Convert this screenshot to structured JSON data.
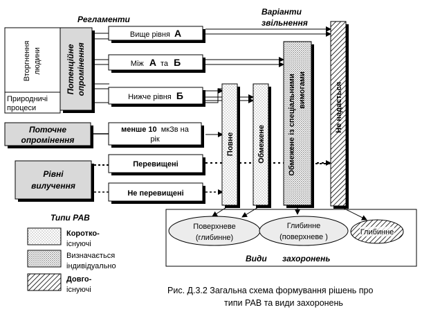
{
  "header": {
    "regulations": "Регламенти",
    "release_options": [
      "Варіанти",
      "звільнення"
    ]
  },
  "sources": {
    "human_intrusion": [
      "Вторгнення",
      "людини"
    ],
    "potential_exposure": [
      "Потенційне",
      "опромінення"
    ],
    "natural_processes": [
      "Природничі",
      "процеси"
    ],
    "current_exposure": [
      "Поточне",
      "опромінення"
    ],
    "release_levels": [
      "Рівні",
      "вилучення"
    ]
  },
  "criteria": {
    "above_a_text": "Вище рівня",
    "above_a_level": "А",
    "between_text_1": "Між",
    "between_level_a": "А",
    "between_text_2": "та",
    "between_level_b": "Б",
    "below_b_text": "Нижче рівня",
    "below_b_level": "Б",
    "less_than_prefix": "менше 10",
    "less_than_unit": "мкЗв на",
    "less_than_suffix": "рік",
    "exceeded": "Перевищені",
    "not_exceeded": "Не перевищені"
  },
  "release_columns": {
    "full": "Повне",
    "limited": "Обмежене",
    "special": "Обмежене із спеціальними",
    "special_2": "вимогами",
    "not_granted": "Не надається"
  },
  "disposal": {
    "title_1": "Види",
    "title_2": "захоронень",
    "surface": "Поверхневе",
    "surface_sub": "(глибинне)",
    "deep": "Глибинне",
    "deep_sub": "(поверхневе )",
    "deep_only": "Глибинне"
  },
  "legend": {
    "title": "Типи РАВ",
    "short_lived_1": "Коротко-",
    "short_lived_2": "існуючі",
    "individual_1": "Визначається",
    "individual_2": "індивідуально",
    "long_lived_1": "Довго-",
    "long_lived_2": "існуючі"
  },
  "caption": {
    "line1": "Рис. Д.3.2 Загальна схема формування рішень  про",
    "line2": "типи РАВ та види захоронень"
  }
}
